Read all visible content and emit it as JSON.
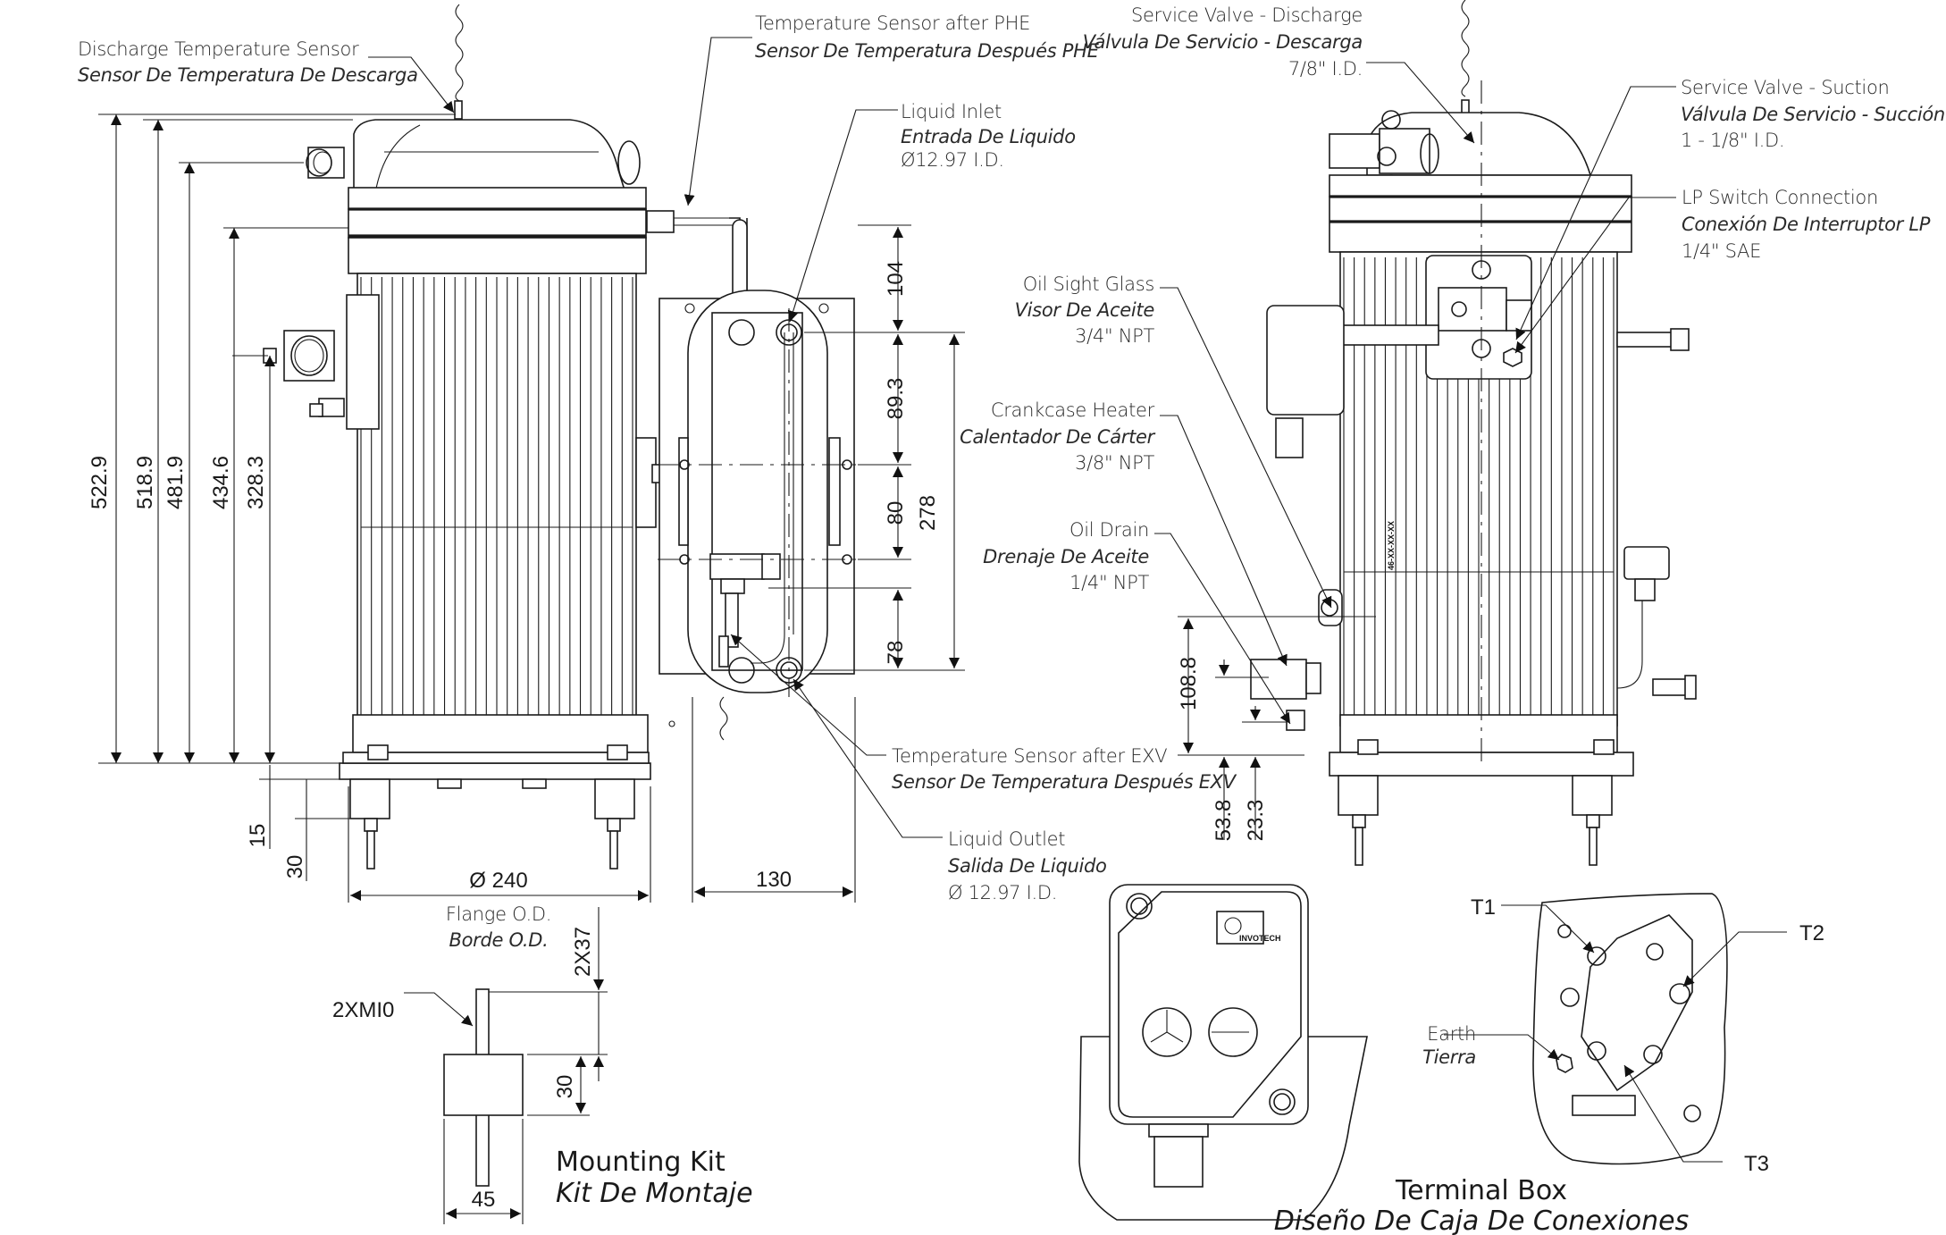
{
  "callouts": {
    "discharge_temp_sensor": {
      "en": "Discharge Temperature Sensor",
      "es": "Sensor De Temperatura De Descarga"
    },
    "temp_sensor_after_phe": {
      "en": "Temperature Sensor after PHE",
      "es": "Sensor De Temperatura Después PHE"
    },
    "liquid_inlet": {
      "en": "Liquid Inlet",
      "es": "Entrada De Liquido",
      "size": "Ø12.97 I.D."
    },
    "service_valve_discharge": {
      "en": "Service Valve - Discharge",
      "es": "Válvula De Servicio - Descarga",
      "size": "7/8\" I.D."
    },
    "service_valve_suction": {
      "en": "Service Valve - Suction",
      "es": "Válvula De Servicio - Succión",
      "size": "1 - 1/8\" I.D."
    },
    "lp_switch_connection": {
      "en": "LP Switch Connection",
      "es": "Conexión De Interruptor LP",
      "size": "1/4\" SAE"
    },
    "oil_sight_glass": {
      "en": "Oil Sight Glass",
      "es": "Visor De Aceite",
      "size": "3/4\" NPT"
    },
    "crankcase_heater": {
      "en": "Crankcase Heater",
      "es": "Calentador De Cárter",
      "size": "3/8\" NPT"
    },
    "oil_drain": {
      "en": "Oil Drain",
      "es": "Drenaje De Aceite",
      "size": "1/4\" NPT"
    },
    "temp_sensor_after_exv": {
      "en": "Temperature Sensor after EXV",
      "es": "Sensor De Temperatura Después EXV"
    },
    "liquid_outlet": {
      "en": "Liquid Outlet",
      "es": "Salida De Liquido",
      "size": "Ø 12.97 I.D."
    },
    "flange": {
      "en": "Flange O.D.",
      "es": "Borde O.D."
    },
    "stud": "2XMI0",
    "earth": {
      "en": "Earth",
      "es": "Tierra"
    },
    "terminals": [
      "T1",
      "T2",
      "T3"
    ]
  },
  "dimensions": {
    "left_heights": [
      "522.9",
      "518.9",
      "481.9",
      "434.6",
      "328.3"
    ],
    "foot_15": "15",
    "foot_30": "30",
    "flange_dia": "Ø 240",
    "phe_104": "104",
    "phe_89_3": "89.3",
    "phe_80": "80",
    "phe_278": "278",
    "phe_78": "78",
    "phe_width": "130",
    "oil_108_8": "108.8",
    "oil_53_8": "53.8",
    "oil_23_3": "23.3",
    "kit_2x37": "2X37",
    "kit_30": "30",
    "kit_45": "45"
  },
  "serial_marking": "46-XX-XX-XX",
  "brand": "INVOTECH",
  "sections": {
    "mounting_kit": {
      "en": "Mounting Kit",
      "es": "Kit De Montaje"
    },
    "terminal_box": {
      "en": "Terminal Box",
      "es": "Diseño De Caja De Conexiones"
    }
  }
}
